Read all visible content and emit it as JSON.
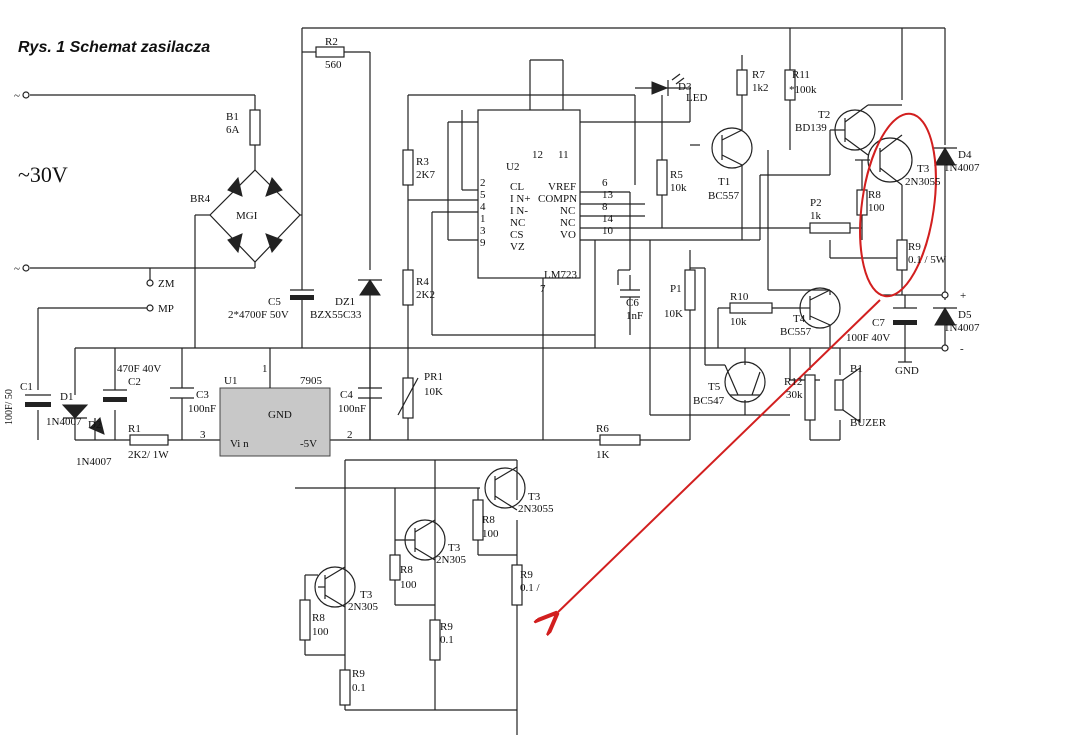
{
  "title": "Rys. 1 Schemat zasilacza",
  "supply_label": "~30V",
  "terminals": {
    "ac_top": "~",
    "ac_bottom": "~",
    "zm": "ZM",
    "mp": "MP",
    "plus": "+",
    "minus": "-",
    "gnd": "GND"
  },
  "ic_u2": {
    "name": "U2",
    "part": "LM723",
    "pin12": "12",
    "pin11": "11",
    "pin7": "7",
    "left_pins": [
      "2",
      "5",
      "4",
      "1",
      "3",
      "9"
    ],
    "left_names": [
      "CL",
      "I N+",
      "I N-",
      "NC",
      "CS",
      "VZ"
    ],
    "right_names": [
      "VREF",
      "COMPN",
      "NC",
      "NC",
      "VO"
    ],
    "right_pins": [
      "6",
      "13",
      "8",
      "14",
      "10"
    ]
  },
  "ic_u1": {
    "name": "U1",
    "part": "7905",
    "gnd": "GND",
    "vin": "Vi n",
    "vout": "-5V",
    "pin3": "3",
    "pin2": "2",
    "pin1": "1"
  },
  "labels": {
    "b1": "B1",
    "b1_val": "6A",
    "br": "BR4",
    "mg": "MGI",
    "r2": "R2",
    "r2_val": "560",
    "r3": "R3",
    "r3_val": "2K7",
    "r4": "R4",
    "r4_val": "2K2",
    "c5": "C5",
    "c5_val": "2*4700F 50V",
    "dz1": "DZ1",
    "dz1_val": "BZX55C33",
    "d3": "D3",
    "d3_val": "LED",
    "r7": "R7",
    "r7_val": "1k2",
    "r11": "R11",
    "r11_val": "*100k",
    "r5": "R5",
    "r5_val": "10k",
    "t1": "T1",
    "t1_val": "BC557",
    "t2": "T2",
    "t2_val": "BD139",
    "t3": "T3",
    "t3_val": "2N3055",
    "r8": "R8",
    "r8_val": "100",
    "p2": "P2",
    "p2_val": "1k",
    "r9": "R9",
    "r9_val": "0.1 / 5W",
    "d4": "D4",
    "d4_val": "1N4007",
    "d5": "D5",
    "d5_val": "1N4007",
    "c7": "C7",
    "c7_val": "100F 40V",
    "c6": "C6",
    "c6_val": "1nF",
    "p1": "P1",
    "p1_val": "10K",
    "r10": "R10",
    "r10_val": "10k",
    "t4": "T4",
    "t4_val": "BC557",
    "t5": "T5",
    "t5_val": "BC547",
    "r12": "R12",
    "r12_val": "30k",
    "bz": "B1",
    "bz_val": "BUZER",
    "c1": "C1",
    "c1_val": "100F/ 50",
    "d1": "D1",
    "d1_val": "1N4007",
    "d2": "D2",
    "d2_val": "1N4007",
    "c2": "C2",
    "c2_val": "470F 40V",
    "r1": "R1",
    "r1_val": "2K2/ 1W",
    "c3": "C3",
    "c3_val": "100nF",
    "c4": "C4",
    "c4_val": "100nF",
    "pr1": "PR1",
    "pr1_val": "10K",
    "r6": "R6",
    "r6_val": "1K"
  },
  "detail": {
    "t3a": "T3",
    "t3a_val": "2N3055",
    "t3b": "T3",
    "t3b_val": "2N305",
    "t3c": "T3",
    "t3c_val": "2N305",
    "r8": "R8",
    "r8_val": "100",
    "r9": "R9",
    "r9a_val": "0.1 /",
    "r9b_val": "0.1",
    "r9c_val": "0.1"
  },
  "highlight_color": "#d21f1f"
}
